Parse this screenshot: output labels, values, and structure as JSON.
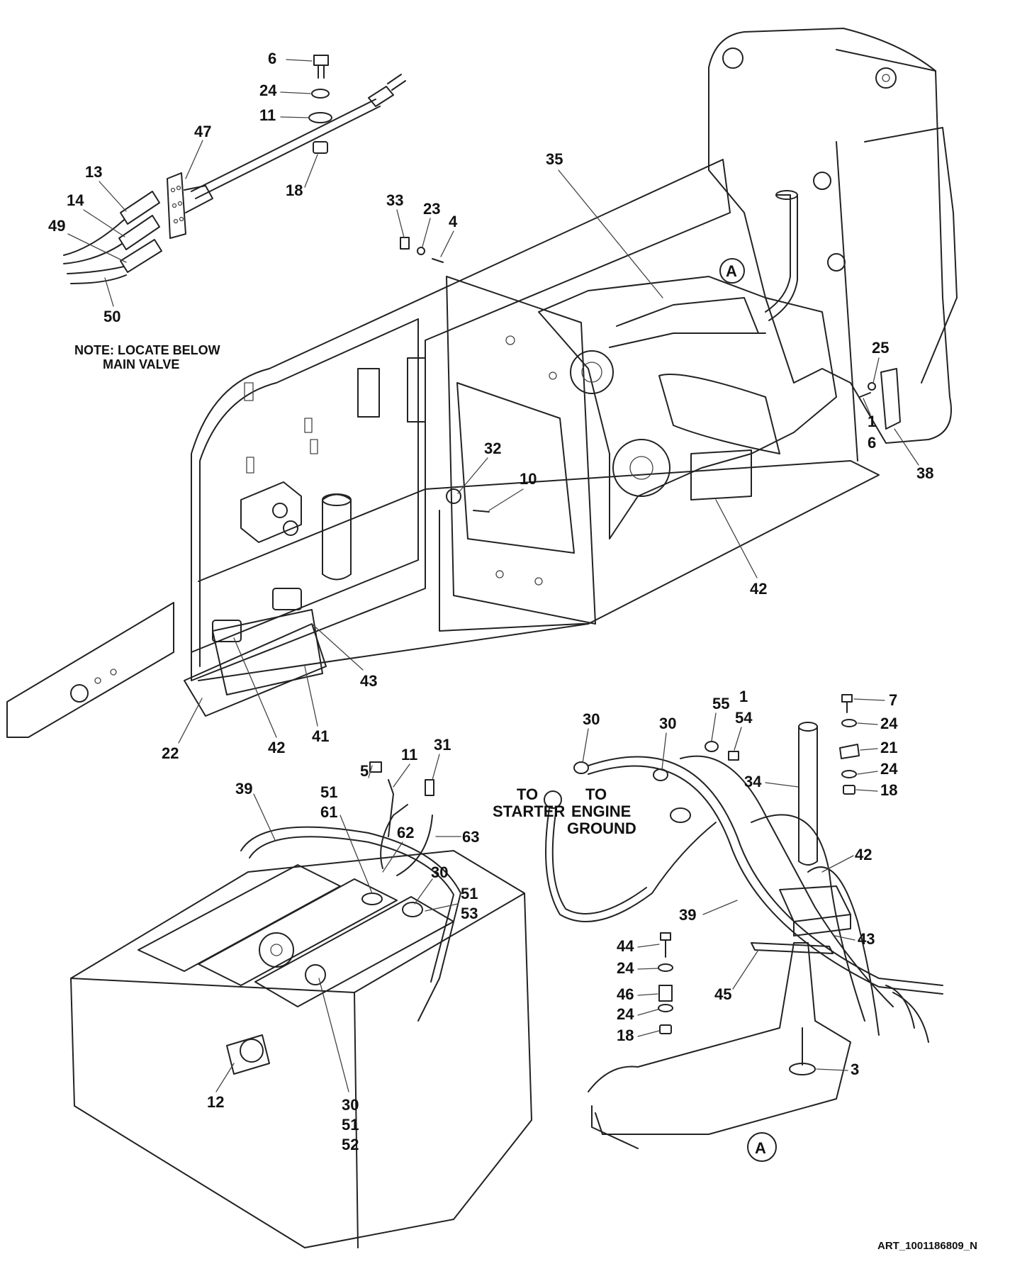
{
  "callouts": {
    "c6a": "6",
    "c24a": "24",
    "c11a": "11",
    "c47": "47",
    "c13": "13",
    "c14": "14",
    "c49": "49",
    "c18a": "18",
    "c50": "50",
    "c33": "33",
    "c23": "23",
    "c4": "4",
    "c35": "35",
    "c25": "25",
    "c1a": "1",
    "c6b": "6",
    "c38": "38",
    "c32": "32",
    "c10": "10",
    "c42a": "42",
    "c43a": "43",
    "c22": "22",
    "c42b": "42",
    "c41": "41",
    "c5": "5",
    "c11b": "11",
    "c31": "31",
    "c39a": "39",
    "c51a": "51",
    "c61": "61",
    "c62": "62",
    "c63": "63",
    "c30a": "30",
    "c51b": "51",
    "c53": "53",
    "c12": "12",
    "c30b": "30",
    "c51c": "51",
    "c52": "52",
    "c30c": "30",
    "c30d": "30",
    "c55": "55",
    "c1b": "1",
    "c54": "54",
    "c7": "7",
    "c24b": "24",
    "c21": "21",
    "c24c": "24",
    "c18b": "18",
    "c34": "34",
    "c42c": "42",
    "c39b": "39",
    "c43b": "43",
    "c44": "44",
    "c24d": "24",
    "c46": "46",
    "c24e": "24",
    "c18c": "18",
    "c45": "45",
    "c3": "3"
  },
  "labels": {
    "note_line1": "NOTE: LOCATE BELOW",
    "note_line2": "MAIN VALVE",
    "to_starter_1": "TO",
    "to_starter_2": "STARTER",
    "to_engine_1": "TO",
    "to_engine_2": "ENGINE",
    "to_engine_3": "GROUND",
    "detail_a_marker": "A",
    "detail_a_label": "A",
    "art_number": "ART_1001186809_N"
  }
}
